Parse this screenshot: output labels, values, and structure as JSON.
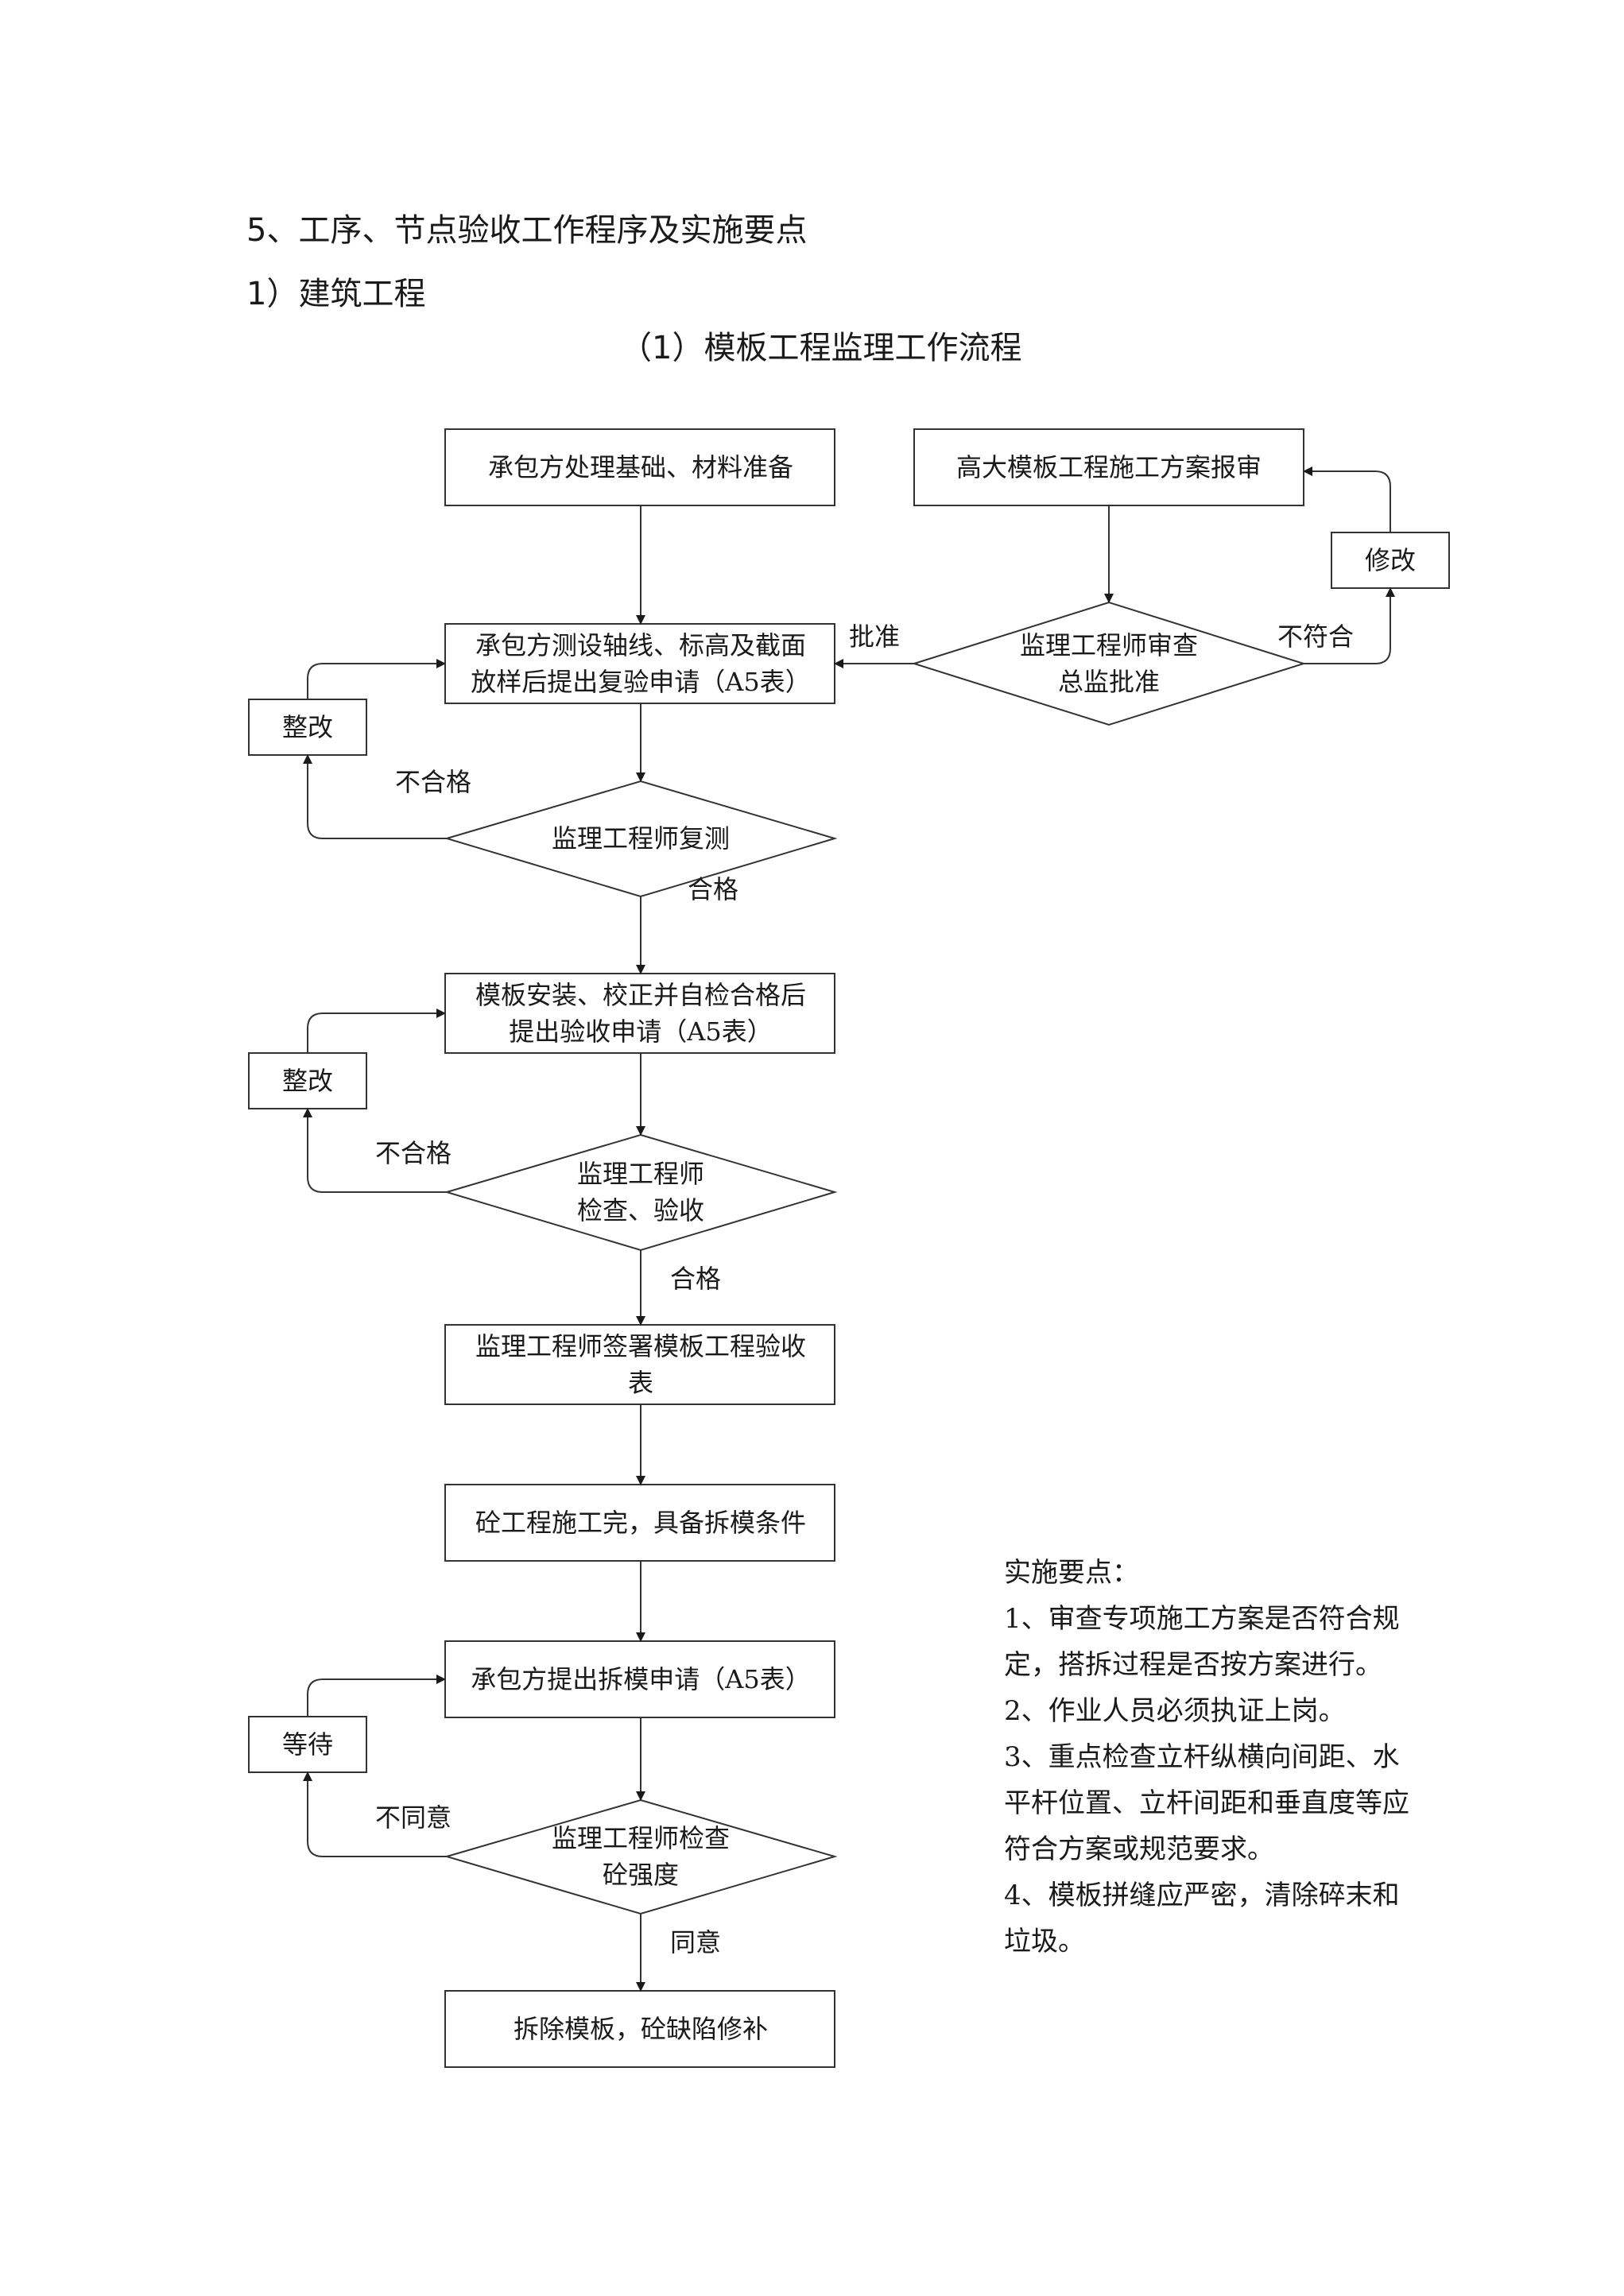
{
  "section_title": "5、工序、节点验收工作程序及实施要点",
  "subsection_title": "1）建筑工程",
  "flow_title": "（1）模板工程监理工作流程",
  "nodes": {
    "n1": [
      "承包方处理基础、材料准备"
    ],
    "n2": [
      "高大模板工程施工方案报审"
    ],
    "n3": [
      "修改"
    ],
    "n4": [
      "承包方测设轴线、标高及截面",
      "放样后提出复验申请（A5表）"
    ],
    "n5": [
      "监理工程师审查",
      "总监批准"
    ],
    "n6": [
      "整改"
    ],
    "n7": [
      "监理工程师复测"
    ],
    "n8": [
      "模板安装、校正并自检合格后",
      "提出验收申请（A5表）"
    ],
    "n9": [
      "整改"
    ],
    "n10": [
      "监理工程师",
      "检查、验收"
    ],
    "n11": [
      "监理工程师签署模板工程验收",
      "表"
    ],
    "n12": [
      "砼工程施工完，具备拆模条件"
    ],
    "n13": [
      "承包方提出拆模申请（A5表）"
    ],
    "n14": [
      "等待"
    ],
    "n15": [
      "监理工程师检查",
      "砼强度"
    ],
    "n16": [
      "拆除模板，砼缺陷修补"
    ]
  },
  "edge_labels": {
    "approve": "批准",
    "not_conform": "不符合",
    "fail_1": "不合格",
    "pass_1": "合格",
    "fail_2": "不合格",
    "pass_2": "合格",
    "disagree": "不同意",
    "agree": "同意"
  },
  "notes": {
    "title": "实施要点：",
    "lines": [
      "1、审查专项施工方案是否符合规",
      "定，搭拆过程是否按方案进行。",
      "2、作业人员必须执证上岗。",
      "3、重点检查立杆纵横向间距、水",
      "平杆位置、立杆间距和垂直度等应",
      "符合方案或规范要求。",
      "4、模板拼缝应严密，清除碎末和",
      "垃圾。"
    ]
  }
}
